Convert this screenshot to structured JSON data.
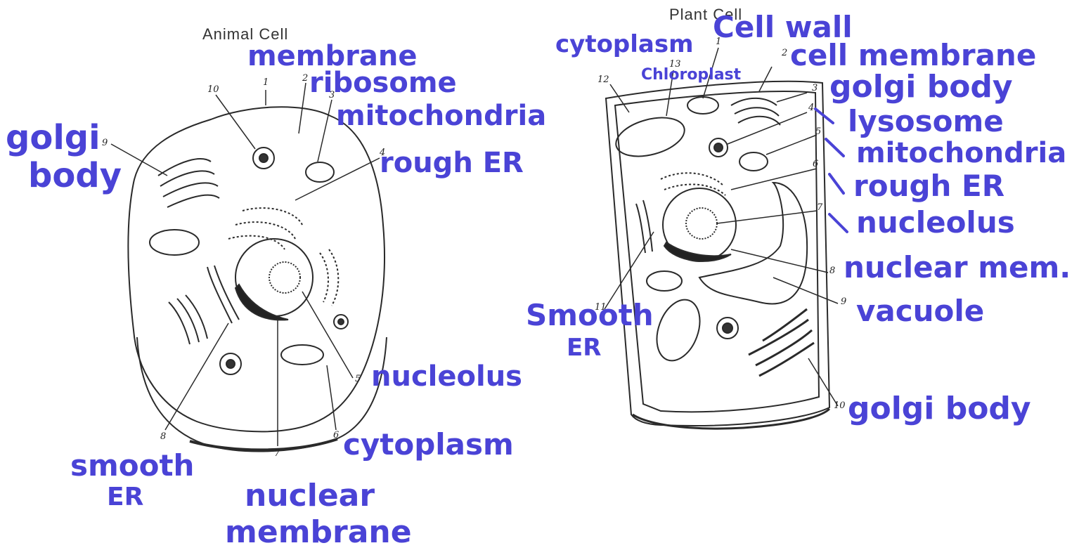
{
  "animal": {
    "title": "Animal Cell",
    "numbers": [
      "1",
      "2",
      "3",
      "4",
      "5",
      "6",
      "7",
      "8",
      "9",
      "10"
    ],
    "labels": {
      "membrane": "membrane",
      "ribosome": "ribosome",
      "mitochondria": "mitochondria",
      "rough_er": "rough ER",
      "golgi_line1": "golgi",
      "golgi_line2": "body",
      "nucleolus": "nucleolus",
      "cytoplasm": "cytoplasm",
      "smooth_line1": "smooth",
      "smooth_line2": "ER",
      "nuclear_line1": "nuclear",
      "nuclear_line2": "membrane"
    }
  },
  "plant": {
    "title": "Plant Cell",
    "numbers": [
      "1",
      "2",
      "3",
      "4",
      "5",
      "6",
      "7",
      "8",
      "9",
      "10",
      "11",
      "12",
      "13"
    ],
    "labels": {
      "cytoplasm": "cytoplasm",
      "chloroplast": "Chloroplast",
      "cell_wall": "Cell wall",
      "cell_membrane": "cell membrane",
      "golgi_top": "golgi body",
      "lysosome": "lysosome",
      "mitochondria": "mitochondria",
      "rough_er": "rough ER",
      "nucleolus": "nucleolus",
      "nuclear_mem": "nuclear mem.",
      "vacuole": "vacuole",
      "smooth_line1": "Smooth",
      "smooth_line2": "ER",
      "golgi_bottom": "golgi body"
    }
  },
  "colors": {
    "ink": "#4a43d6",
    "line": "#2a2a2a"
  }
}
